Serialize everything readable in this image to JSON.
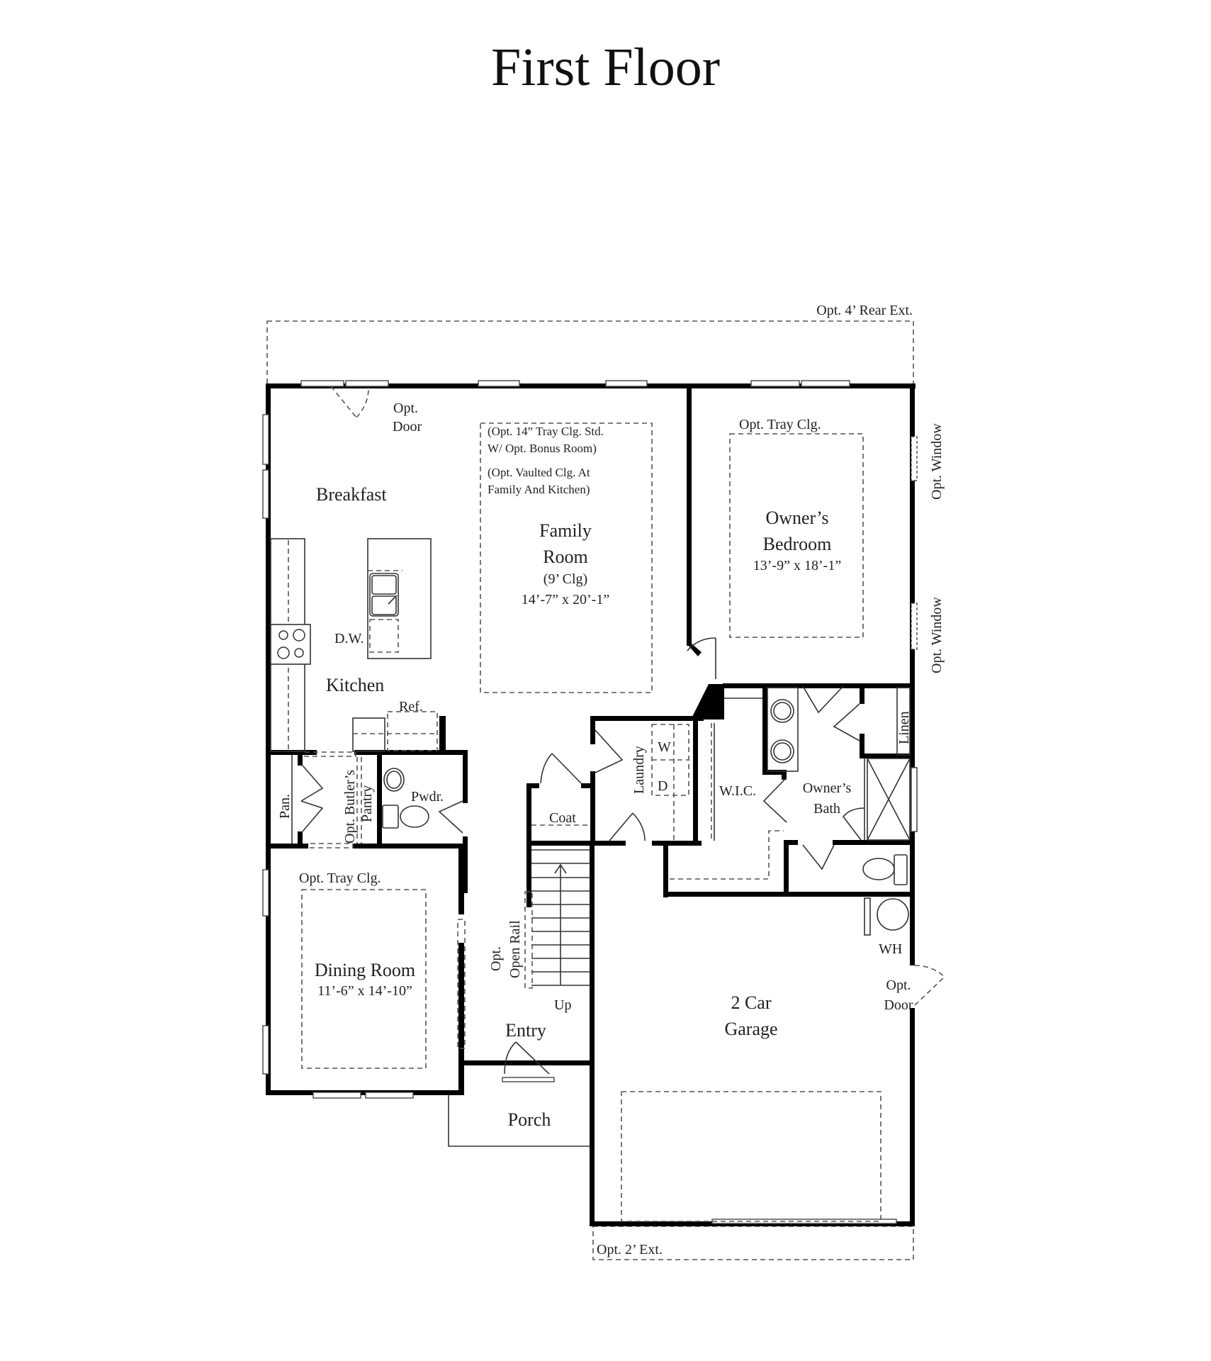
{
  "title": "First Floor",
  "annotations": {
    "rear_ext": "Opt. 4’ Rear Ext.",
    "front_ext": "Opt. 2’ Ext.",
    "opt_door_rear": [
      "Opt.",
      "Door"
    ],
    "opt_door_garage": [
      "Opt.",
      "Door"
    ],
    "opt_window": "Opt. Window",
    "family_note_1": [
      "(Opt. 14” Tray Clg. Std.",
      "W/ Opt. Bonus Room)"
    ],
    "family_note_2": [
      "(Opt. Vaulted Clg. At",
      "Family And Kitchen)"
    ],
    "owner_tray": "Opt. Tray Clg.",
    "dining_tray": "Opt. Tray Clg.",
    "open_rail": [
      "Opt.",
      "Open Rail"
    ],
    "up": "Up"
  },
  "rooms": {
    "breakfast": "Breakfast",
    "kitchen": "Kitchen",
    "dw": "D.W.",
    "ref": "Ref.",
    "family": {
      "name": [
        "Family",
        "Room"
      ],
      "ceiling": "(9’ Clg)",
      "size": "14’-7” x 20’-1”"
    },
    "owner_bedroom": {
      "name": [
        "Owner’s",
        "Bedroom"
      ],
      "size": "13’-9” x 18’-1”"
    },
    "pantry": "Pan.",
    "butlers_pantry": [
      "Opt. Butler’s",
      "Pantry"
    ],
    "powder": "Pwdr.",
    "coat": "Coat",
    "laundry": "Laundry",
    "washer": "W",
    "dryer": "D",
    "wic": "W.I.C.",
    "owner_bath": [
      "Owner’s",
      "Bath"
    ],
    "linen": "Linen",
    "dining": {
      "name": "Dining Room",
      "size": "11’-6” x 14’-10”"
    },
    "entry": "Entry",
    "porch": "Porch",
    "garage": [
      "2 Car",
      "Garage"
    ],
    "water_heater": "WH"
  }
}
